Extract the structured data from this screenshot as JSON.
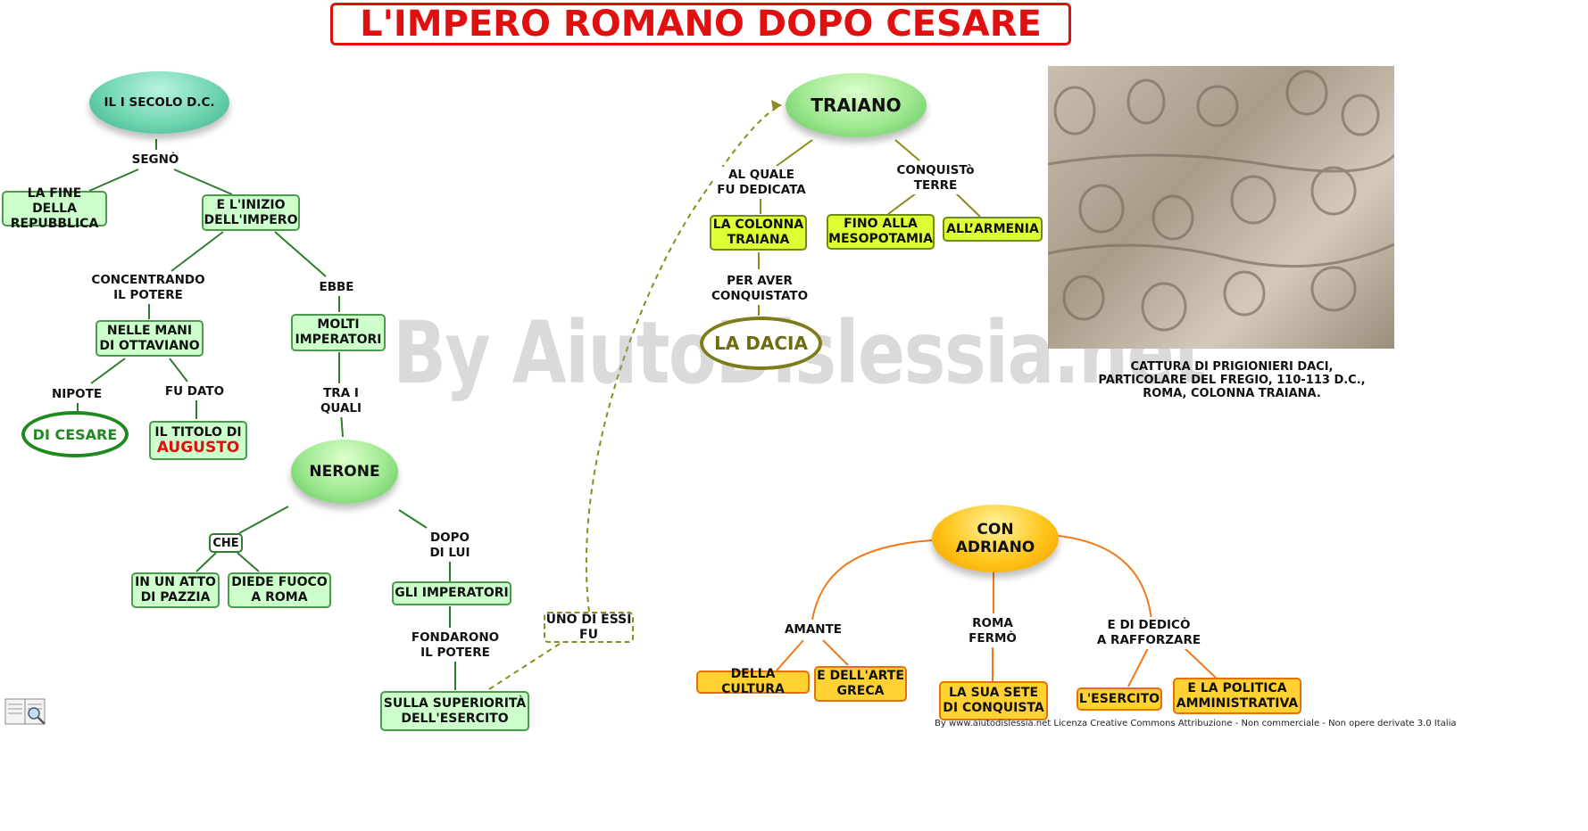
{
  "title": "L'IMPERO ROMANO DOPO CESARE",
  "watermark": "By AiutoDislessia.net",
  "nodes": {
    "secolo": "IL I SECOLO D.C.",
    "fine_repubblica": "LA FINE DELLA\nREPUBBLICA",
    "inizio_impero": "E L'INIZIO\nDELL'IMPERO",
    "mani_ottaviano": "NELLE MANI\nDI OTTAVIANO",
    "molti_imperatori": "MOLTI\nIMPERATORI",
    "di_cesare": "DI CESARE",
    "titolo_di": "IL TITOLO DI",
    "augusto": "AUGUSTO",
    "nerone": "NERONE",
    "che": "CHE",
    "atto_pazzia": "IN UN ATTO\nDI PAZZIA",
    "diede_fuoco": "DIEDE FUOCO\nA ROMA",
    "gli_imperatori": "GLI IMPERATORI",
    "superiorita": "SULLA SUPERIORITÀ\nDELL'ESERCITO",
    "uno_di_essi": "UNO DI ESSI\nFU",
    "traiano": "TRAIANO",
    "colonna": "LA COLONNA\nTRAIANA",
    "dacia": "LA DACIA",
    "mesopotamia": "FINO ALLA\nMESOPOTAMIA",
    "armenia": "ALL’ARMENIA",
    "adriano": "CON\nADRIANO",
    "cultura": "DELLA CULTURA",
    "arte_greca": "E DELL'ARTE\nGRECA",
    "sete_conquista": "LA SUA SETE\nDI CONQUISTA",
    "esercito": "L'ESERCITO",
    "politica": "E LA POLITICA\nAMMINISTRATIVA"
  },
  "labels": {
    "segno": "SEGNÒ",
    "concentrando": "CONCENTRANDO\nIL POTERE",
    "ebbe": "EBBE",
    "nipote": "NIPOTE",
    "fu_dato": "FU DATO",
    "tra_i_quali": "TRA I\nQUALI",
    "dopo_di_lui": "DOPO\nDI LUI",
    "fondarono": "FONDARONO\nIL POTERE",
    "al_quale": "AL QUALE\nFU DEDICATA",
    "per_aver": "PER AVER\nCONQUISTATO",
    "conquisto": "CONQUISTò\nTERRE",
    "amante": "AMANTE",
    "roma_fermo": "ROMA\nFERMÒ",
    "e_di_dedico": "E DI DEDICÒ\nA RAFFORZARE"
  },
  "caption": "CATTURA DI PRIGIONIERI DACI,\nPARTICOLARE DEL FREGIO, 110-113 D.C.,\nROMA, COLONNA TRAIANA.",
  "license": "By www.aiutodislessia.net Licenza Creative Commons Attribuzione - Non commerciale - Non opere derivate 3.0 Italia",
  "colors": {
    "title_red": "#e01010",
    "green_box": "#ccffcc",
    "lime_box": "#ddff33",
    "orange_box": "#ffd133",
    "green_line": "#2e7d2e",
    "olive_line": "#8c8c1c",
    "orange_line": "#f07a1a"
  }
}
